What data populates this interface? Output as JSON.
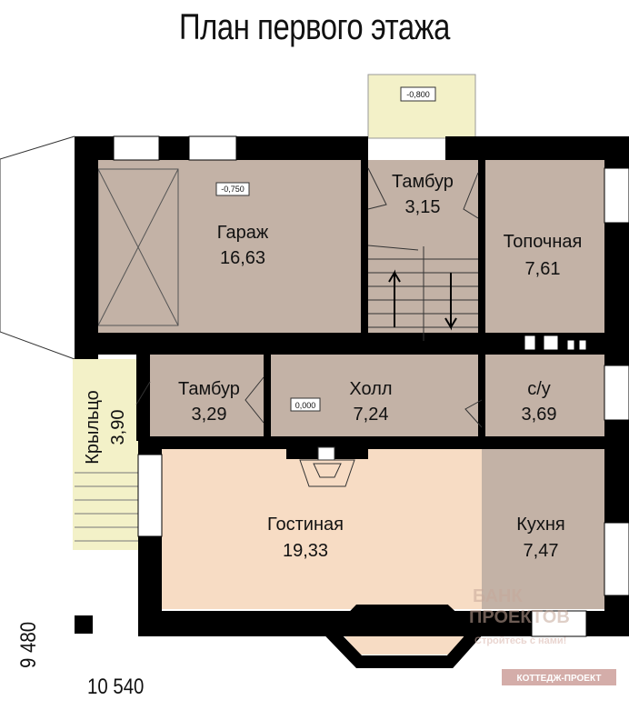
{
  "title": "План первого этажа",
  "rooms": [
    {
      "id": "garage",
      "name": "Гараж",
      "area": "16,63"
    },
    {
      "id": "vestibule-top",
      "name": "Тамбур",
      "area": "3,15"
    },
    {
      "id": "boiler",
      "name": "Топочная",
      "area": "7,61"
    },
    {
      "id": "vestibule-left",
      "name": "Тамбур",
      "area": "3,29"
    },
    {
      "id": "hall",
      "name": "Холл",
      "area": "7,24"
    },
    {
      "id": "bathroom",
      "name": "с/у",
      "area": "3,69"
    },
    {
      "id": "living",
      "name": "Гостиная",
      "area": "19,33"
    },
    {
      "id": "kitchen",
      "name": "Кухня",
      "area": "7,47"
    },
    {
      "id": "porch",
      "name": "Крыльцо",
      "area": "3,90"
    }
  ],
  "levels": {
    "entrance": "-0,800",
    "garage": "-0,750",
    "hall": "0,000"
  },
  "dimensions": {
    "width": "10 540",
    "height": "9 480"
  },
  "watermark": {
    "line1": "БАНК",
    "line2": "ПРОЕКТОВ",
    "line3": "Стройтесь с нами!",
    "line4": "КОТТЕДЖ-ПРОЕКТ"
  },
  "colors": {
    "wall": "#000000",
    "room": "#c3b2a6",
    "living": "#f7dcc4",
    "garage": "#c3b2a6",
    "porch": "#f3f1c8"
  }
}
